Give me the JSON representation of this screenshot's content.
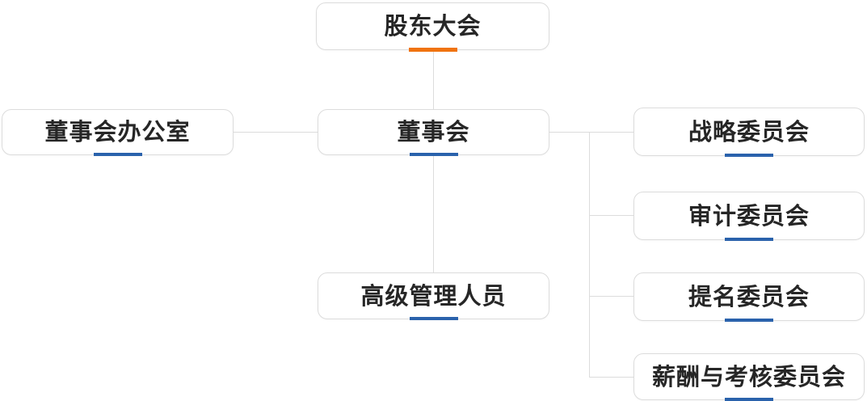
{
  "diagram": {
    "type": "org-chart",
    "nodes": [
      {
        "id": "shareholders-meeting",
        "label": "股东大会",
        "accent": "orange"
      },
      {
        "id": "board-office",
        "label": "董事会办公室",
        "accent": "blue"
      },
      {
        "id": "board-of-directors",
        "label": "董事会",
        "accent": "blue"
      },
      {
        "id": "senior-management",
        "label": "高级管理人员",
        "accent": "blue"
      },
      {
        "id": "strategy-committee",
        "label": "战略委员会",
        "accent": "blue"
      },
      {
        "id": "audit-committee",
        "label": "审计委员会",
        "accent": "blue"
      },
      {
        "id": "nomination-committee",
        "label": "提名委员会",
        "accent": "blue"
      },
      {
        "id": "compensation-assessment-committee",
        "label": "薪酬与考核委员会",
        "accent": "blue"
      }
    ],
    "edges": [
      {
        "from": "股东大会",
        "to": "董事会"
      },
      {
        "from": "董事会",
        "to": "董事会办公室"
      },
      {
        "from": "董事会",
        "to": "高级管理人员"
      },
      {
        "from": "董事会",
        "to": "战略委员会"
      },
      {
        "from": "董事会",
        "to": "审计委员会"
      },
      {
        "from": "董事会",
        "to": "提名委员会"
      },
      {
        "from": "董事会",
        "to": "薪酬与考核委员会"
      }
    ],
    "colors": {
      "accent_orange": "#F07310",
      "accent_blue": "#2A62AC",
      "connector_line": "#DCDCDC",
      "box_border": "#DCDCDC",
      "text": "#262626",
      "background": "#FFFFFF"
    }
  }
}
